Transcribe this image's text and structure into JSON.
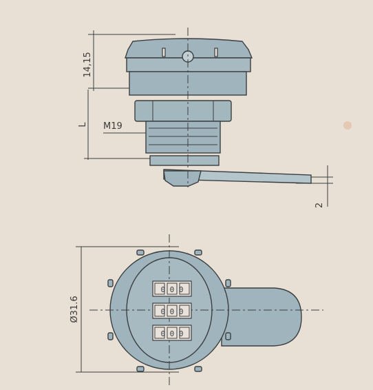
{
  "colors": {
    "paper": "#e9e0d5",
    "part_fill": "#9fb4bd",
    "part_fill_light": "#b4c6cc",
    "line": "#3b3e40",
    "window": "#e8e2da"
  },
  "dimensions": {
    "head_height": "14,15",
    "length": "L",
    "thread": "M19",
    "cam_thickness": "2",
    "diameter": "Ø31.6"
  },
  "combination": {
    "dials": [
      {
        "digits": "0 0 0"
      },
      {
        "digits": "0 0 0"
      },
      {
        "digits": "0 0 0"
      }
    ]
  }
}
